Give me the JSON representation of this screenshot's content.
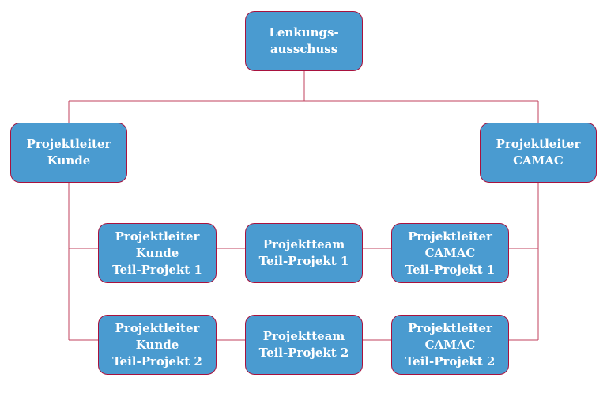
{
  "nodes": {
    "steering": {
      "lines": [
        "Lenkungs-",
        "ausschuss"
      ]
    },
    "pl_kunde": {
      "lines": [
        "Projektleiter",
        "Kunde"
      ]
    },
    "pl_camac": {
      "lines": [
        "Projektleiter",
        "CAMAC"
      ]
    },
    "pl_kunde_tp1": {
      "lines": [
        "Projektleiter",
        "Kunde",
        "Teil-Projekt 1"
      ]
    },
    "team_tp1": {
      "lines": [
        "Projektteam",
        "Teil-Projekt 1"
      ]
    },
    "pl_camac_tp1": {
      "lines": [
        "Projektleiter",
        "CAMAC",
        "Teil-Projekt 1"
      ]
    },
    "pl_kunde_tp2": {
      "lines": [
        "Projektleiter",
        "Kunde",
        "Teil-Projekt 2"
      ]
    },
    "team_tp2": {
      "lines": [
        "Projektteam",
        "Teil-Projekt 2"
      ]
    },
    "pl_camac_tp2": {
      "lines": [
        "Projektleiter",
        "CAMAC",
        "Teil-Projekt 2"
      ]
    }
  },
  "colors": {
    "box_fill": "#4a9bd0",
    "box_border": "#a8123e",
    "connector": "#c0405d",
    "text": "#ffffff"
  }
}
